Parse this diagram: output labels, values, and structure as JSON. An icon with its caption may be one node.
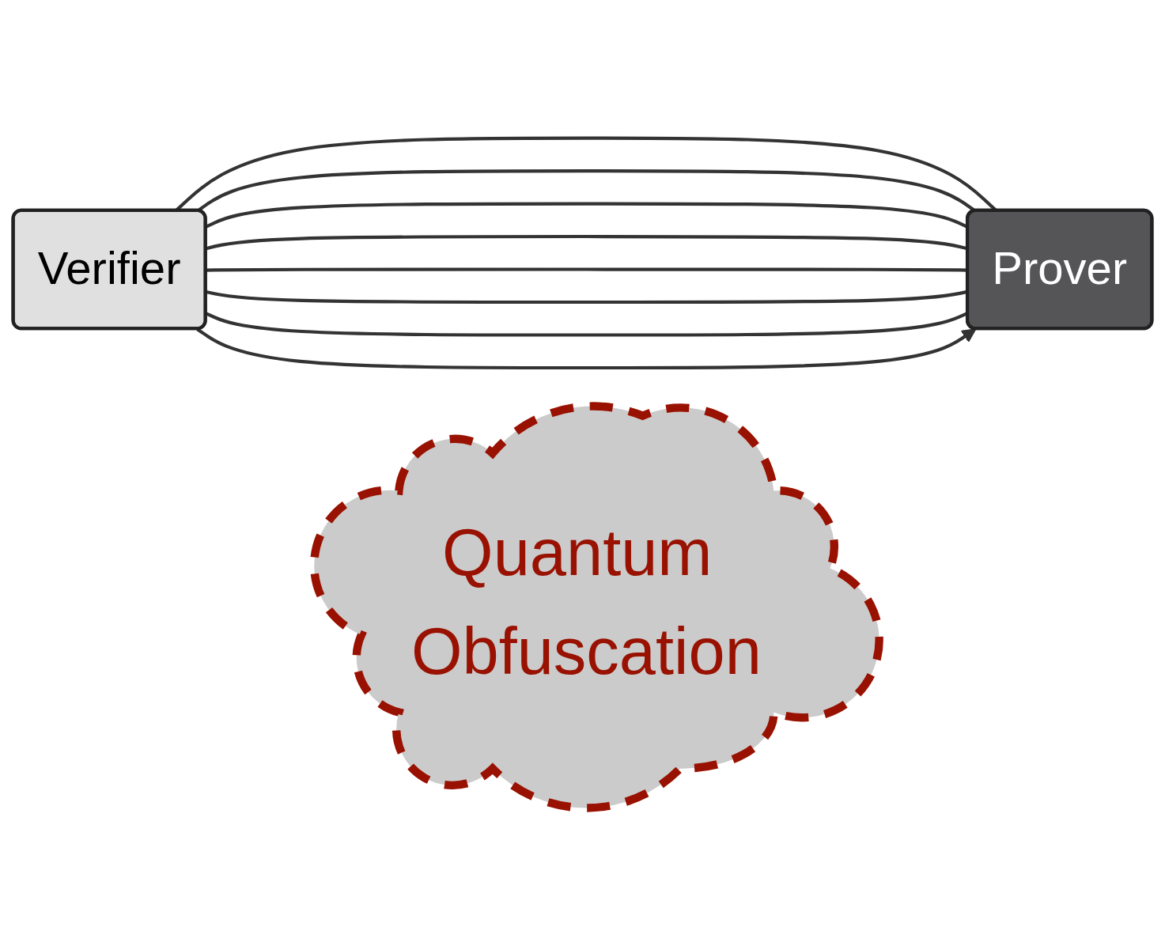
{
  "diagram": {
    "nodes": [
      {
        "text": [
          "Verifier"
        ]
      },
      {
        "text": [
          "Quantum Obfuscation"
        ]
      },
      {
        "text": [
          "Prover"
        ]
      }
    ],
    "edges": [
      {
        "from": 0,
        "to": 2,
        "arrow": "none"
      },
      {
        "from": 0,
        "to": 2,
        "arrow": "none"
      },
      {
        "from": 0,
        "to": 2,
        "arrow": "none"
      },
      {
        "from": 0,
        "to": 2,
        "arrow": "none"
      },
      {
        "from": 0,
        "to": 2,
        "arrow": "none"
      },
      {
        "from": 0,
        "to": 2,
        "arrow": "none"
      },
      {
        "from": 0,
        "to": 2,
        "arrow": "none"
      },
      {
        "from": 0,
        "to": 2,
        "arrow": "to"
      }
    ]
  }
}
